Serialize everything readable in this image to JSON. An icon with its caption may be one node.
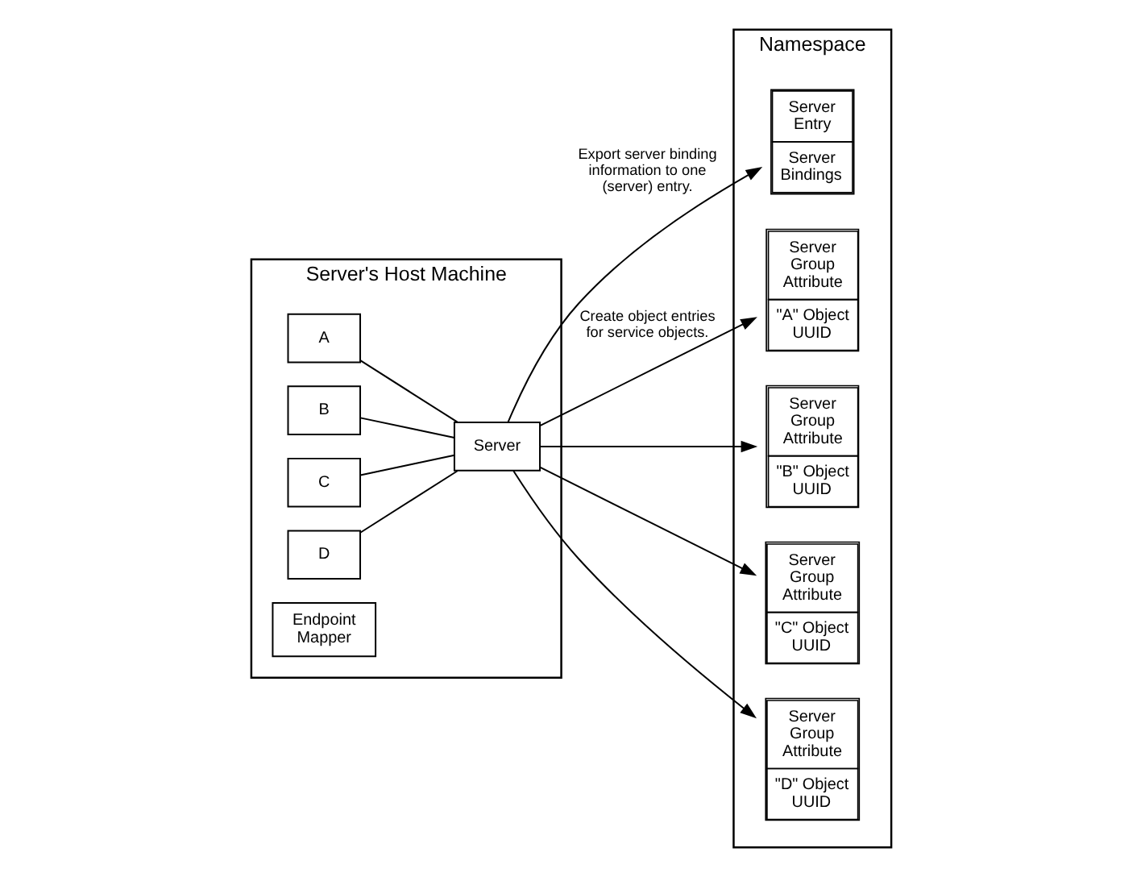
{
  "diagram": {
    "nodes": [
      {
        "text": [
          "Server's Host Machine"
        ]
      },
      {
        "text": [
          "A"
        ],
        "in": 0
      },
      {
        "text": [
          "B"
        ],
        "in": 0
      },
      {
        "text": [
          "C"
        ],
        "in": 0
      },
      {
        "text": [
          "D"
        ],
        "in": 0
      },
      {
        "text": [
          "Server"
        ],
        "in": 0
      },
      {
        "text": [
          "Endpoint Mapper"
        ],
        "in": 0
      },
      {
        "text": [
          "Namespace"
        ]
      },
      {
        "text": [
          "Server Entry",
          "Server Bindings"
        ],
        "in": 7
      },
      {
        "text": [
          "Server Group Attribute",
          "\"A\" Object UUID"
        ],
        "in": 7
      },
      {
        "text": [
          "Server Group Attribute",
          "\"B\" Object UUID"
        ],
        "in": 7
      },
      {
        "text": [
          "Server Group Attribute",
          "\"C\" Object UUID"
        ],
        "in": 7
      },
      {
        "text": [
          "Server Group Attribute",
          "\"D\" Object UUID"
        ],
        "in": 7
      }
    ],
    "edges": [
      {
        "from": 1,
        "to": 5,
        "arrow": "none"
      },
      {
        "from": 2,
        "to": 5,
        "arrow": "none"
      },
      {
        "from": 3,
        "to": 5,
        "arrow": "none"
      },
      {
        "from": 4,
        "to": 5,
        "arrow": "none"
      },
      {
        "from": 5,
        "to": 8,
        "arrow": "to",
        "label": "Export server binding information to one (server) entry."
      },
      {
        "from": 5,
        "to": 9,
        "arrow": "to",
        "label": "Create object entries for service objects."
      },
      {
        "from": 5,
        "to": 10,
        "arrow": "to"
      },
      {
        "from": 5,
        "to": 11,
        "arrow": "to"
      },
      {
        "from": 5,
        "to": 12,
        "arrow": "to"
      }
    ]
  }
}
